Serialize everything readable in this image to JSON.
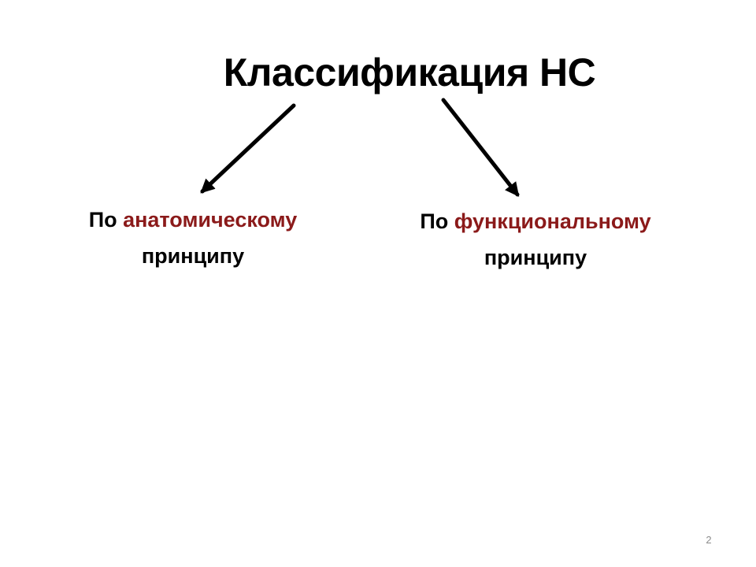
{
  "slide": {
    "title": "Классификация НС",
    "branches": [
      {
        "prefix": "По ",
        "highlight": "анатомическому",
        "suffix": "принципу"
      },
      {
        "prefix": "По ",
        "highlight": "функциональному",
        "suffix": "принципу"
      }
    ],
    "page_number": "2"
  },
  "colors": {
    "text": "#000000",
    "accent": "#8b1a1a",
    "page_number": "#8c8c8c"
  }
}
